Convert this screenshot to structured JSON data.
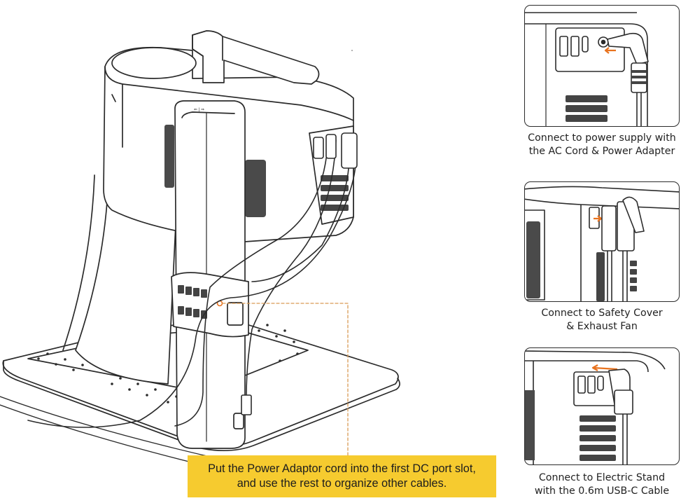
{
  "panels": [
    {
      "id": "power-supply",
      "caption_line1": "Connect to power supply with",
      "caption_line2": "the AC Cord & Power Adapter"
    },
    {
      "id": "safety-cover",
      "caption_line1": "Connect to Safety Cover",
      "caption_line2": "& Exhaust Fan"
    },
    {
      "id": "electric-stand",
      "caption_line1": "Connect to Electric Stand",
      "caption_line2": "with the 0.6m USB-C Cable"
    }
  ],
  "callout": {
    "line1": "Put the Power Adaptor cord into the first DC port slot,",
    "line2": "and use the rest to organize other cables."
  },
  "colors": {
    "accent_arrow": "#e8731f",
    "callout_background": "#f6cb2f",
    "leader_line": "#d99a55",
    "line_art": "#2b2b2b"
  }
}
